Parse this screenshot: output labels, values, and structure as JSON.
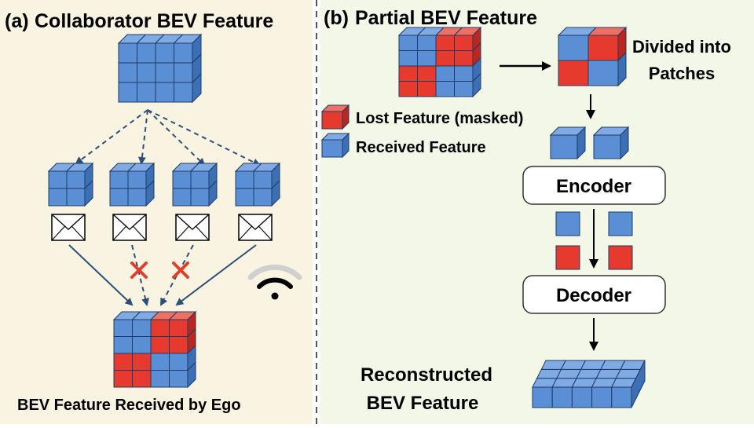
{
  "panel_a": {
    "tag": "(a)",
    "title": "Collaborator BEV Feature",
    "caption": "BEV Feature Received by Ego",
    "messages": [
      "delivered",
      "lost",
      "lost",
      "delivered"
    ],
    "icons": {
      "message": "envelope-icon",
      "loss": "red-cross-icon",
      "wireless": "wifi-icon"
    }
  },
  "panel_b": {
    "tag": "(b)",
    "title": "Partial BEV Feature",
    "patches_label_line1": "Divided into",
    "patches_label_line2": "Patches",
    "legend": {
      "lost": "Lost Feature (masked)",
      "received": "Received Feature"
    },
    "encoder": "Encoder",
    "decoder": "Decoder",
    "output_line1": "Reconstructed",
    "output_line2": "BEV Feature"
  },
  "colors": {
    "panel_a_bg": "#f8f4e1",
    "panel_b_bg": "#f3f7e8",
    "blue_face": "#5a8fd6",
    "blue_top": "#80aae4",
    "blue_side": "#3d6fb5",
    "red_face": "#e63a2e",
    "red_top": "#ef6f63",
    "red_side": "#b9271e",
    "edge": "#1f3b63",
    "arrow": "#2c4f7a",
    "cross": "#e23c2c"
  }
}
